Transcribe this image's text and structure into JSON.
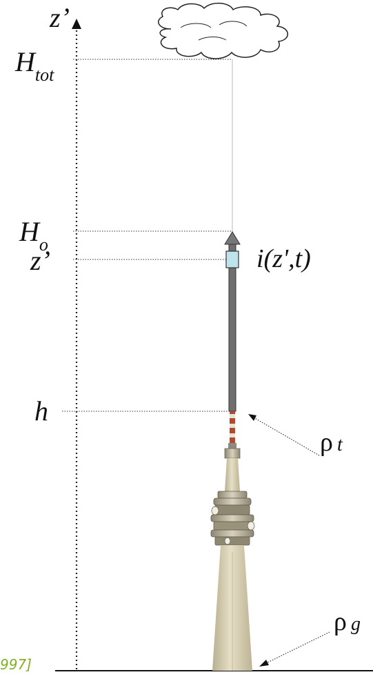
{
  "axis": {
    "label": "z’"
  },
  "levels": {
    "htot": {
      "main": "H",
      "sub": "tot"
    },
    "ho": {
      "main": "H",
      "sub": "o"
    },
    "zp": {
      "main": "z’"
    },
    "h": {
      "main": "h"
    }
  },
  "current_label": "i(z',t)",
  "resistivity": {
    "tower": {
      "symbol": "ρ",
      "sub": "t"
    },
    "ground": {
      "symbol": "ρ",
      "sub": "g"
    }
  },
  "citation": "997]",
  "colors": {
    "channel": "#6f6f6f",
    "channel_outline": "#333333",
    "element": "#bfe3ea",
    "tower": "#d9d0b3",
    "citation": "#7fb023"
  },
  "icons": [
    "cloud-icon",
    "tower-icon",
    "arrow-icon"
  ]
}
